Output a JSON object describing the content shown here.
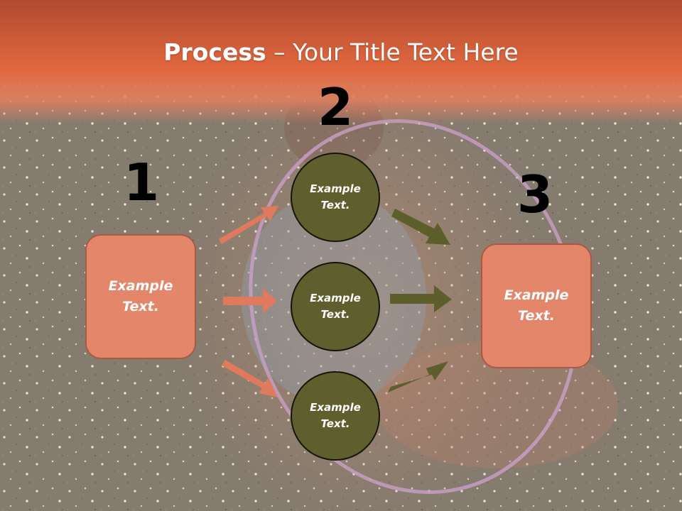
{
  "slide": {
    "title_bold": "Process",
    "title_rest": " – Your Title Text Here"
  },
  "steps": [
    {
      "number": "1",
      "text": "Example Text."
    },
    {
      "number": "2",
      "items": [
        "Example Text.",
        "Example Text.",
        "Example Text."
      ]
    },
    {
      "number": "3",
      "text": "Example Text."
    }
  ],
  "colors": {
    "header": "#e0673f",
    "box_fill": "#e3866a",
    "box_border": "#a85a45",
    "circle_fill": "#5f5f2e",
    "left_arrows": "#e07a5c",
    "right_arrows": "#5c5f2c",
    "number_text": "#000000"
  }
}
